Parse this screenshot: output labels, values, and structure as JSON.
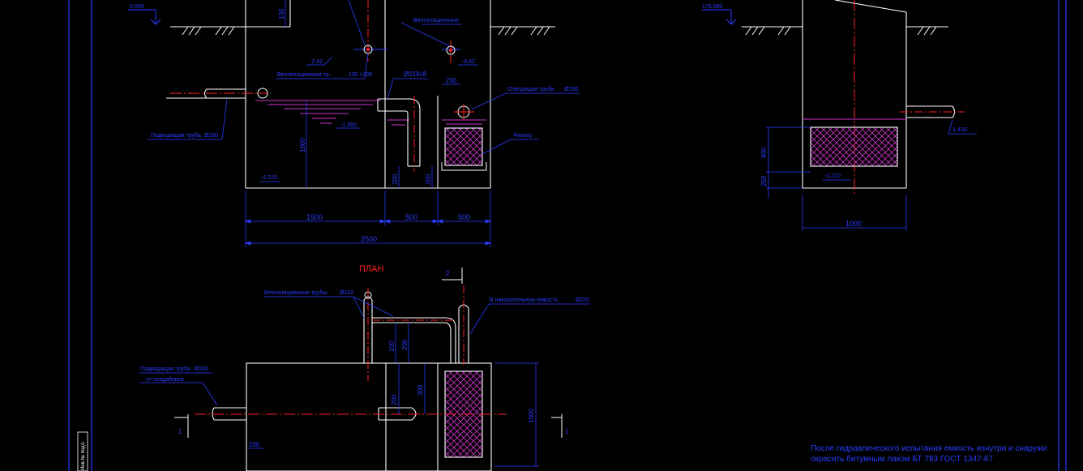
{
  "colors": {
    "background": "#000000",
    "outline": "#ffffff",
    "dimension": "#2a3dff",
    "axis": "#ff2020",
    "fill": "#cc33cc"
  },
  "elevations": {
    "top_left": "0.000",
    "top_right": "176.000",
    "left_pipe": "-2.42",
    "mid_pipe": "-0.42",
    "water_mid": "-1.350",
    "bottom_left": "-2.210",
    "right_pipe": "-1.430",
    "bottom_right": "-2.210"
  },
  "labels": {
    "vent_pipe_top": "Вентиляционные",
    "vent_pipe": "Вентиляционная тр.",
    "vent_pipe_size": "100 ×200",
    "pipe_diameter": "Ø219х8",
    "outlet_pipe": "Отводящая труба",
    "outlet_pipe_size": "Ø200",
    "inlet_pipe": "Подводящая труба",
    "inlet_pipe_size": "Ø200",
    "filter": "Фильтр",
    "plan_title": "ПЛАН",
    "plan_vent_pipes": "Вентиляционные трубы",
    "plan_vent_size": "Ø102",
    "plan_to_storage": "В накопительную емкость",
    "plan_to_storage_size": "Ø220",
    "plan_inlet_pipe": "Подводящая труба",
    "plan_inlet_size": "Ø200",
    "plan_inlet_from": "от оседайника",
    "section_mark": "2",
    "section_one": "1",
    "stamp_text": "Инв.№ подл."
  },
  "dimensions": {
    "d130": "130",
    "d1000": "1000",
    "d200_a": "200",
    "d200_b": "200",
    "d250": "250",
    "d1500": "1500",
    "d500_a": "500",
    "d500_b": "500",
    "d2500": "2500",
    "d900": "900",
    "d250_r": "250",
    "d1000_r": "1000",
    "p100": "100",
    "p200": "200",
    "p200_b": "200",
    "p300": "300",
    "p1000": "1000",
    "p200_c": "200"
  },
  "footer": {
    "note_line1": "После гидравлического испытания емкость изнутри и снаружи",
    "note_line2": "окрасить битумным лаком БТ 783 ГОСТ 1347-67"
  }
}
